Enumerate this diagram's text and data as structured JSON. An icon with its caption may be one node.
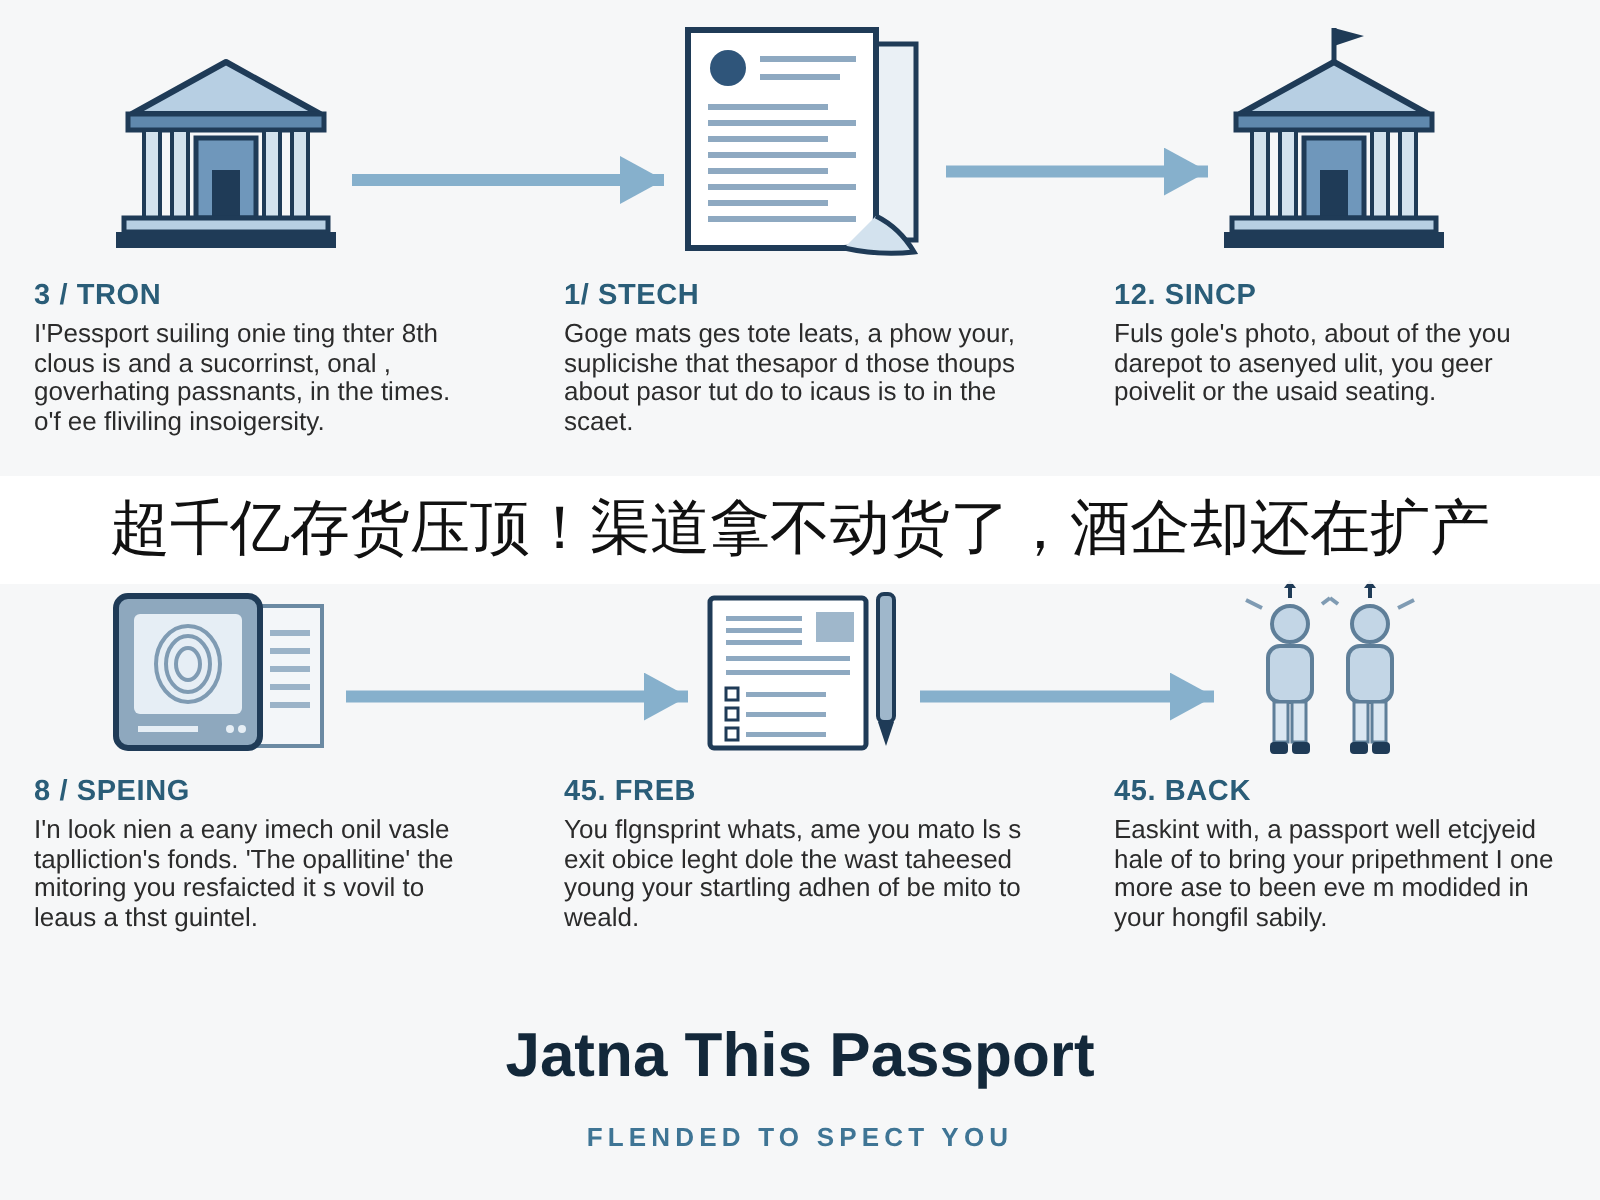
{
  "diagram": {
    "title": "Jatna This Passport",
    "nodes": [
      {
        "text": [],
        "shape": "picture",
        "beside": [
          "3 / TRON",
          "I'Pessport suiling onie ting thter 8th clous is and a sucorrinst, onal , goverhating passnants, in the times. o'f ee fliviling insoigersity."
        ]
      },
      {
        "text": [],
        "shape": "picture",
        "beside": [
          "1/ STECH",
          "Goge mats ges tote leats, a phow your, suplicishe that thesapor d those thoups about pasor tut do to icaus is to in the scaet."
        ]
      },
      {
        "text": [],
        "shape": "picture",
        "beside": [
          "12. SINCP",
          "Fuls gole's photo, about of the you darepot to asenyed ulit, you geer poivelit or the usaid seating."
        ]
      },
      {
        "text": [],
        "shape": "picture",
        "beside": [
          "8 / SPEING",
          "I'n look nien a eany imech onil vasle taplliction's fonds. 'The opallitine' the mitoring you resfaicted it s vovil to leaus a thst guintel."
        ]
      },
      {
        "text": [],
        "shape": "picture",
        "beside": [
          "45. FREB",
          "You flgnsprint whats, ame you mato ls s exit obice leght dole the wast taheesed young your startling adhen of be mito to weald."
        ]
      },
      {
        "text": [],
        "shape": "picture",
        "beside": [
          "45. BACK",
          "Easkint with, a passport well etcjyeid hale of to bring your pripethment I one more ase to been eve m modided in your hongfil sabily."
        ]
      }
    ],
    "edges": [
      {
        "from": 0,
        "to": 1,
        "arrow": "to"
      },
      {
        "from": 1,
        "to": 2,
        "arrow": "to"
      },
      {
        "from": 3,
        "to": 4,
        "arrow": "to"
      },
      {
        "from": 4,
        "to": 5,
        "arrow": "to"
      }
    ],
    "labels": [
      "超千亿存货压顶！渠道拿不动货了，酒企却还在扩产",
      "FLENDED TO SPECT YOU"
    ]
  }
}
